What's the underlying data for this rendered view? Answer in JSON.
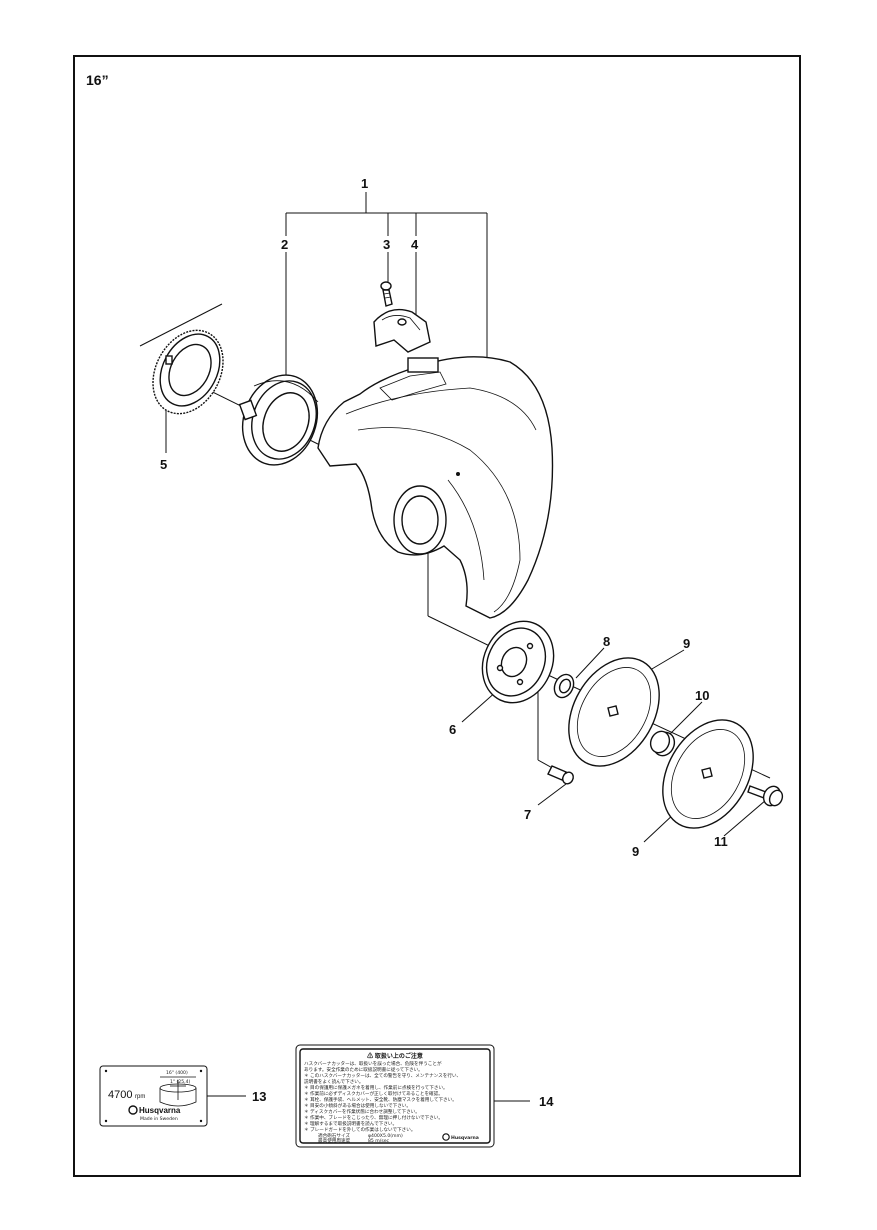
{
  "page": {
    "size_label": "16”"
  },
  "callouts": {
    "c1": "1",
    "c2": "2",
    "c3": "3",
    "c4": "4",
    "c5": "5",
    "c6": "6",
    "c7": "7",
    "c8": "8",
    "c9a": "9",
    "c9b": "9",
    "c10": "10",
    "c11": "11",
    "c13": "13",
    "c14": "14"
  },
  "label13": {
    "rpm_value": "4700",
    "rpm_unit": "rpm",
    "dim_top": "16\" (400)",
    "dim_bottom": "1\" (25,4)",
    "brand": "Husqvarna",
    "made_in": "Made in Sweden"
  },
  "label14": {
    "warning_title": "⚠ 取扱い上のご注意",
    "lines": [
      "ハスクバーナカッターは、取扱いを誤った場合、危険を伴うことが",
      "あります。安全作業のために取扱説明書に従って下さい。",
      "＊ このハスクバーナカッターは、全ての警告を守り、メンテナンスを行い、",
      "説明書をよく読んで下さい。",
      "＊ 目の保護用に保護メガネを着用し、作業前に点検を行って下さい。",
      "＊ 作業前に必ずディスクカバーが正しく取付けてあることを確認。",
      "＊ 耳栓、保護手袋、ヘルメット、安全靴、防塵マスクを着用して下さい。",
      "＊ 目安の小傾斜がある場合は使用しないで下さい。",
      "＊ ディスクカバーを作業状態に合わせ調整して下さい。",
      "＊ 作業中、ブレードをこじったり、無理に押し付けないで下さい。",
      "＊ 理解するまで取扱説明書を読んで下さい。",
      "＊ ブレードガードを外しての作業はしないで下さい。"
    ],
    "spec_label_1": "適合砲石サイズ",
    "spec_value_1": "φ400X5.0(mm)",
    "spec_label_2": "最高使用周速度",
    "spec_value_2": "85 m/sec",
    "brand": "Husqvarna"
  }
}
